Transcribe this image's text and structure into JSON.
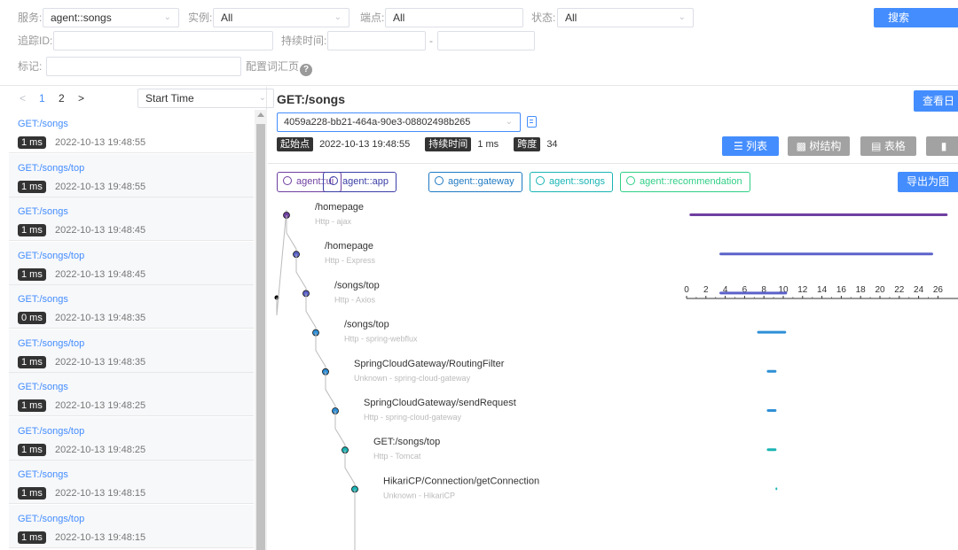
{
  "filters": {
    "service_label": "服务:",
    "service_value": "agent::songs",
    "instance_label": "实例:",
    "instance_value": "All",
    "endpoint_label": "端点:",
    "endpoint_value": "All",
    "status_label": "状态:",
    "status_value": "All",
    "search_button": "搜索",
    "trace_id_label": "追踪ID:",
    "trace_id_value": "",
    "duration_label": "持续时间:",
    "duration_separator": "-",
    "tags_label": "标记:",
    "config_link": "配置词汇页",
    "help_glyph": "?"
  },
  "pager": {
    "prev": "<",
    "page1": "1",
    "page2": "2",
    "next": ">",
    "sort_value": "Start Time"
  },
  "traces": [
    {
      "endpoint": "GET:/songs",
      "duration": "1 ms",
      "time": "2022-10-13 19:48:55"
    },
    {
      "endpoint": "GET:/songs/top",
      "duration": "1 ms",
      "time": "2022-10-13 19:48:55"
    },
    {
      "endpoint": "GET:/songs",
      "duration": "1 ms",
      "time": "2022-10-13 19:48:45"
    },
    {
      "endpoint": "GET:/songs/top",
      "duration": "1 ms",
      "time": "2022-10-13 19:48:45"
    },
    {
      "endpoint": "GET:/songs",
      "duration": "0 ms",
      "time": "2022-10-13 19:48:35"
    },
    {
      "endpoint": "GET:/songs/top",
      "duration": "1 ms",
      "time": "2022-10-13 19:48:35"
    },
    {
      "endpoint": "GET:/songs",
      "duration": "1 ms",
      "time": "2022-10-13 19:48:25"
    },
    {
      "endpoint": "GET:/songs/top",
      "duration": "1 ms",
      "time": "2022-10-13 19:48:25"
    },
    {
      "endpoint": "GET:/songs",
      "duration": "1 ms",
      "time": "2022-10-13 19:48:15"
    },
    {
      "endpoint": "GET:/songs/top",
      "duration": "1 ms",
      "time": "2022-10-13 19:48:15"
    }
  ],
  "detail": {
    "title": "GET:/songs",
    "view_button": "查看日",
    "trace_id": "4059a228-bb21-464a-90e3-08802498b265",
    "start_label": "起始点",
    "start_value": "2022-10-13 19:48:55",
    "duration_label": "持续时间",
    "duration_value": "1 ms",
    "span_label": "跨度",
    "span_value": "34",
    "view_list": "列表",
    "view_tree": "树结构",
    "view_table": "表格",
    "view_stats": "",
    "export_button": "导出为图",
    "services": [
      {
        "name": "agent::ui",
        "color": "#6f3fa0"
      },
      {
        "name": "agent::app",
        "color": "#3b3ea6"
      },
      {
        "name": "agent::gateway",
        "color": "#1f7ac2"
      },
      {
        "name": "agent::songs",
        "color": "#19b4b4"
      },
      {
        "name": "agent::recommendation",
        "color": "#2fcf86"
      }
    ],
    "axis_ticks": [
      "0",
      "2",
      "4",
      "6",
      "8",
      "10",
      "12",
      "14",
      "16",
      "18",
      "20",
      "22",
      "24",
      "26"
    ],
    "spans": [
      {
        "name": "/homepage",
        "sub": "Http - ajax",
        "color": "#6f3fa0",
        "start": 0.3,
        "end": 27
      },
      {
        "name": "/homepage",
        "sub": "Http - Express",
        "color": "#5b62c9",
        "start": 3.4,
        "end": 25.5
      },
      {
        "name": "/songs/top",
        "sub": "Http - Axios",
        "color": "#5b62c9",
        "start": 3.4,
        "end": 10.4
      },
      {
        "name": "/songs/top",
        "sub": "Http - spring-webflux",
        "color": "#2f8fd6",
        "start": 7.3,
        "end": 10.3
      },
      {
        "name": "SpringCloudGateway/RoutingFilter",
        "sub": "Unknown - spring-cloud-gateway",
        "color": "#2f8fd6",
        "start": 8.3,
        "end": 9.3
      },
      {
        "name": "SpringCloudGateway/sendRequest",
        "sub": "Http - spring-cloud-gateway",
        "color": "#2f8fd6",
        "start": 8.3,
        "end": 9.3
      },
      {
        "name": "GET:/songs/top",
        "sub": "Http - Tomcat",
        "color": "#19b4b4",
        "start": 8.3,
        "end": 9.3
      },
      {
        "name": "HikariCP/Connection/getConnection",
        "sub": "Unknown - HikariCP",
        "color": "#19b4b4",
        "start": 9.2,
        "end": 9.3
      }
    ]
  }
}
